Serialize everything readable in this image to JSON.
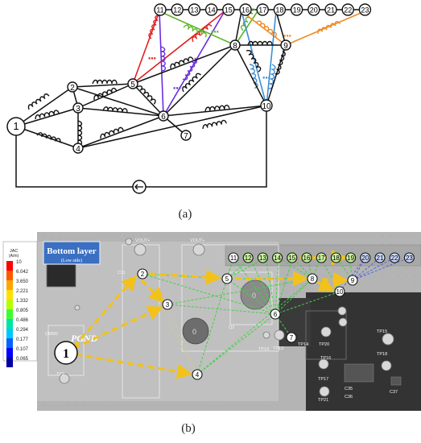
{
  "captions": {
    "a": "(a)",
    "b": "(b)"
  },
  "circuit_a": {
    "top_nodes": [
      "11",
      "12",
      "13",
      "14",
      "15",
      "16",
      "17",
      "18",
      "19",
      "20",
      "21",
      "22",
      "23"
    ],
    "left_nodes": [
      "1",
      "2",
      "3",
      "4",
      "5",
      "6",
      "7",
      "8",
      "9",
      "10"
    ],
    "ellipsis": "..."
  },
  "pcb_b": {
    "layer_title": "Bottom layer",
    "layer_subtitle": "(Low side)",
    "net_label": "PGND",
    "legend_title": "JAC",
    "legend_unit": "(A/m)",
    "legend_values": [
      "10",
      "6.042",
      "3.650",
      "2.221",
      "1.332",
      "0.805",
      "0.486",
      "0.294",
      "0.177",
      "0.107",
      "0.065"
    ],
    "legend_colors": [
      "#ff0000",
      "#ff5a00",
      "#ffa500",
      "#ffe000",
      "#b4ff00",
      "#3cff32",
      "#00e6a0",
      "#00c8ff",
      "#0064ff",
      "#0000ff",
      "#0000a0"
    ],
    "component_labels": {
      "vout_plus_1": "VOUT+",
      "vout_plus_2": "VOUT+",
      "c31": "C31",
      "cmm2": "CMM2",
      "tp2": "TP2",
      "q2": "Q2",
      "tp19": "TP19",
      "tp13": "TP13",
      "tp14": "TP14",
      "tp20": "TP20",
      "tp15": "TP15",
      "tp16": "TP16",
      "tp17": "TP17",
      "tp18": "TP18",
      "tp21": "TP21",
      "c35": "C35",
      "c36": "C36",
      "c37": "C37",
      "o_mark_1": "0",
      "o_mark_2": "0"
    },
    "nodes": [
      "1",
      "2",
      "3",
      "4",
      "5",
      "6",
      "7",
      "8",
      "9",
      "10",
      "11",
      "12",
      "13",
      "14",
      "15",
      "16",
      "17",
      "18",
      "19",
      "20",
      "21",
      "22",
      "23"
    ]
  }
}
